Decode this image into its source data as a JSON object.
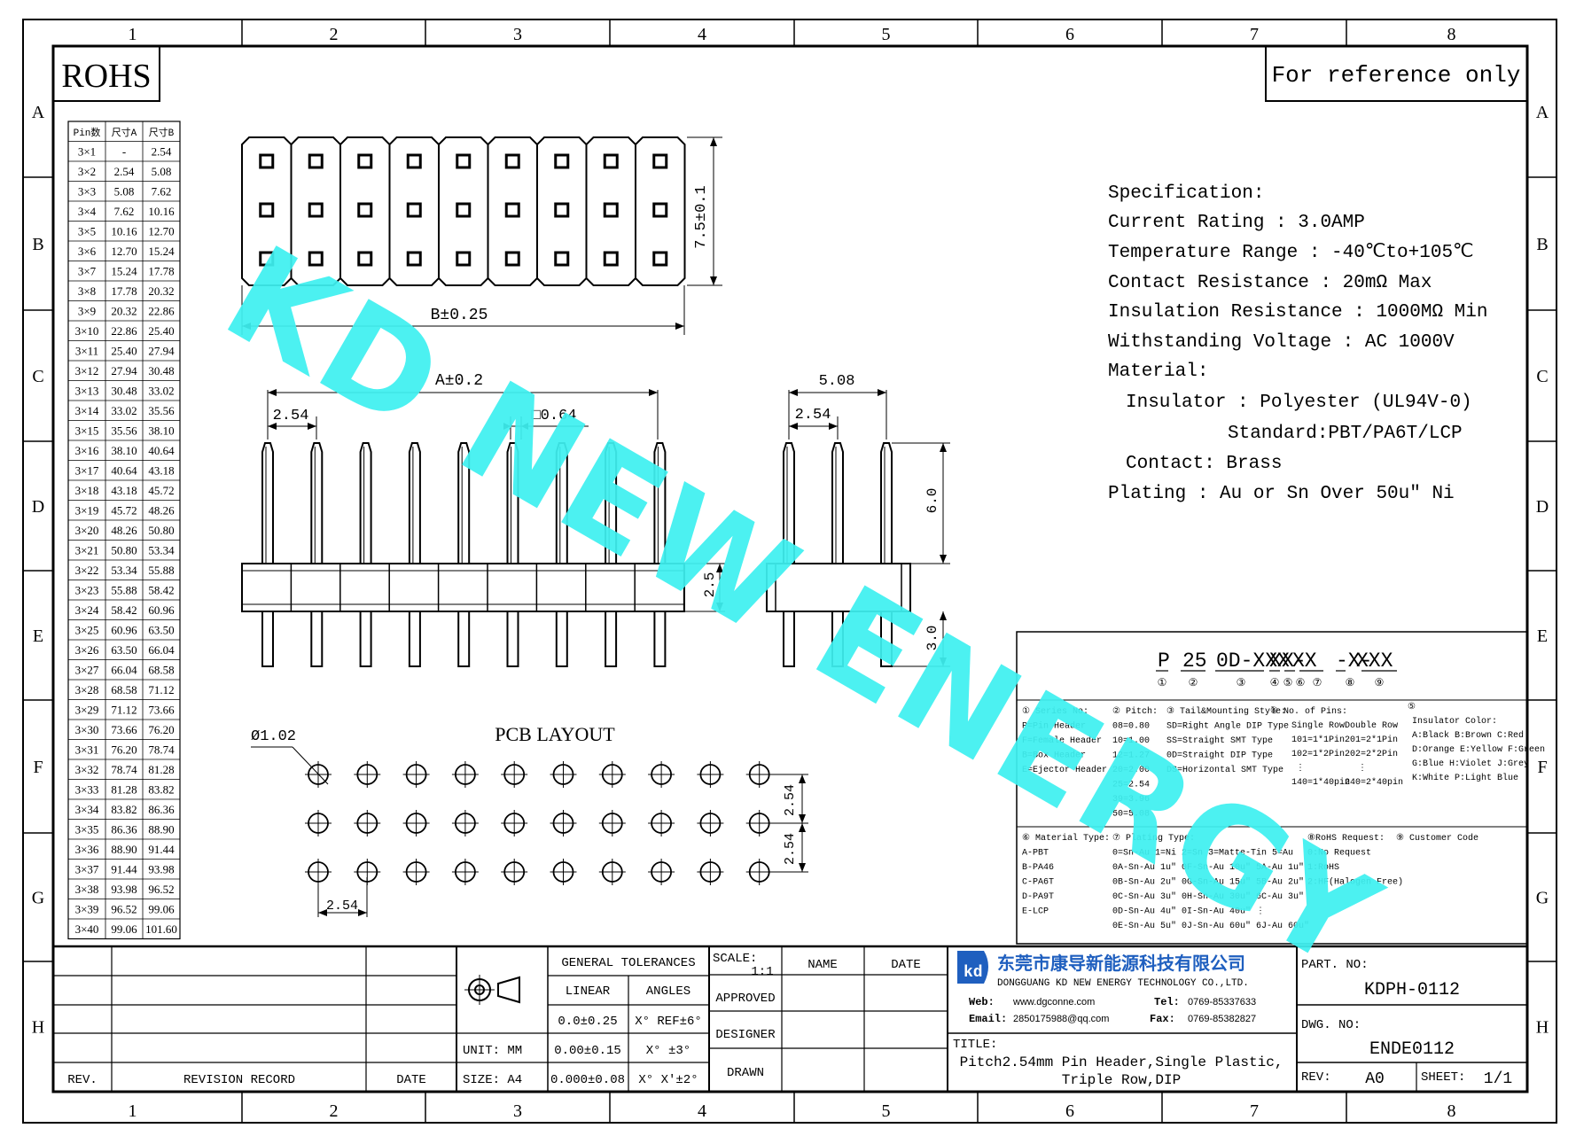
{
  "frame": {
    "columns": [
      "1",
      "2",
      "3",
      "4",
      "5",
      "6",
      "7",
      "8"
    ],
    "rows": [
      "A",
      "B",
      "C",
      "D",
      "E",
      "F",
      "G",
      "H"
    ]
  },
  "rohs": "ROHS",
  "reference_note": "For reference only",
  "watermark": "KD NEW ENERGY",
  "dim_table": {
    "headers": [
      "Pin数",
      "尺寸A",
      "尺寸B"
    ],
    "rows": [
      [
        "3×1",
        "-",
        "2.54"
      ],
      [
        "3×2",
        "2.54",
        "5.08"
      ],
      [
        "3×3",
        "5.08",
        "7.62"
      ],
      [
        "3×4",
        "7.62",
        "10.16"
      ],
      [
        "3×5",
        "10.16",
        "12.70"
      ],
      [
        "3×6",
        "12.70",
        "15.24"
      ],
      [
        "3×7",
        "15.24",
        "17.78"
      ],
      [
        "3×8",
        "17.78",
        "20.32"
      ],
      [
        "3×9",
        "20.32",
        "22.86"
      ],
      [
        "3×10",
        "22.86",
        "25.40"
      ],
      [
        "3×11",
        "25.40",
        "27.94"
      ],
      [
        "3×12",
        "27.94",
        "30.48"
      ],
      [
        "3×13",
        "30.48",
        "33.02"
      ],
      [
        "3×14",
        "33.02",
        "35.56"
      ],
      [
        "3×15",
        "35.56",
        "38.10"
      ],
      [
        "3×16",
        "38.10",
        "40.64"
      ],
      [
        "3×17",
        "40.64",
        "43.18"
      ],
      [
        "3×18",
        "43.18",
        "45.72"
      ],
      [
        "3×19",
        "45.72",
        "48.26"
      ],
      [
        "3×20",
        "48.26",
        "50.80"
      ],
      [
        "3×21",
        "50.80",
        "53.34"
      ],
      [
        "3×22",
        "53.34",
        "55.88"
      ],
      [
        "3×23",
        "55.88",
        "58.42"
      ],
      [
        "3×24",
        "58.42",
        "60.96"
      ],
      [
        "3×25",
        "60.96",
        "63.50"
      ],
      [
        "3×26",
        "63.50",
        "66.04"
      ],
      [
        "3×27",
        "66.04",
        "68.58"
      ],
      [
        "3×28",
        "68.58",
        "71.12"
      ],
      [
        "3×29",
        "71.12",
        "73.66"
      ],
      [
        "3×30",
        "73.66",
        "76.20"
      ],
      [
        "3×31",
        "76.20",
        "78.74"
      ],
      [
        "3×32",
        "78.74",
        "81.28"
      ],
      [
        "3×33",
        "81.28",
        "83.82"
      ],
      [
        "3×34",
        "83.82",
        "86.36"
      ],
      [
        "3×35",
        "86.36",
        "88.90"
      ],
      [
        "3×36",
        "88.90",
        "91.44"
      ],
      [
        "3×37",
        "91.44",
        "93.98"
      ],
      [
        "3×38",
        "93.98",
        "96.52"
      ],
      [
        "3×39",
        "96.52",
        "99.06"
      ],
      [
        "3×40",
        "99.06",
        "101.60"
      ]
    ]
  },
  "dims": {
    "height_top": "7.5±0.1",
    "b_dim": "B±0.25",
    "a_dim": "A±0.2",
    "pitch_front": "2.54",
    "pin_size": "□0.64",
    "side_width": "5.08",
    "pitch_side": "2.54",
    "pin_top": "6.0",
    "body_h": "2.5",
    "pin_bottom": "3.0",
    "pcb_hole": "Ø1.02",
    "pcb_pitch_x": "2.54",
    "pcb_pitch_y1": "2.54",
    "pcb_pitch_y2": "2.54"
  },
  "pcb_title": "PCB LAYOUT",
  "spec": {
    "lines": [
      "Specification:",
      "Current Rating : 3.0AMP",
      "Temperature Range : -40℃to+105℃",
      "Contact Resistance : 20mΩ Max",
      "Insulation Resistance : 1000MΩ Min",
      "Withstanding Voltage : AC 1000V",
      "Material:",
      "Insulator : Polyester (UL94V-0)",
      "Standard:PBT/PA6T/LCP",
      "Contact: Brass",
      "Plating : Au or Sn Over 50u\" Ni"
    ]
  },
  "part_code": {
    "segments": [
      "P",
      "25",
      "0D-XXX",
      "X",
      "X-",
      "XX",
      "-X-",
      "XXX"
    ],
    "numbers": [
      "①",
      "②",
      "③",
      "④",
      "⑤",
      "⑥",
      "⑦",
      "⑧",
      "⑨"
    ]
  },
  "legend": {
    "series": [
      "① Series No:",
      "P=Pin Header",
      "F=Female Header",
      "B=Box Header",
      "E=Ejector Header"
    ],
    "pitch": [
      "② Pitch:",
      "08=0.80",
      "10=1.00",
      "12=1.27",
      "20=2.00",
      "25=2.54",
      "39=3.96",
      "50=5.08"
    ],
    "tail": [
      "③ Tail&Mounting Style:",
      "SD=Right Angle DIP Type",
      "SS=Straight SMT Type",
      "0D=Straight DIP Type",
      "DS=Horizontal SMT Type"
    ],
    "pins": [
      "④ No. of Pins:",
      "Single Row",
      "Double Row",
      "101=1*1Pin",
      "201=2*1Pin",
      "102=1*2Pin",
      "202=2*2Pin",
      "⋮",
      "⋮",
      "140=1*40pin",
      "240=2*40pin"
    ],
    "color": [
      "⑤",
      "Insulator Color:",
      "A:Black  B:Brown  C:Red",
      "D:Orange E:Yellow F:Green",
      "G:Blue   H:Violet J:Grey",
      "K:White  P:Light Blue"
    ],
    "material": [
      "⑥ Material Type:",
      "A-PBT",
      "B-PA46",
      "C-PA6T",
      "D-PA9T",
      "E-LCP"
    ],
    "plating": [
      "⑦ Plating Type:",
      "0=Sn-Au 1=Ni 2=Sn 3=Matte-Tin 5=Au",
      "0A-Sn-Au 1u\" 0F-Sn-Au 10u\"  5A-Au 1u\"",
      "0B-Sn-Au 2u\" 0G-Sn-Au 15u\"  5B-Au 2u\"",
      "0C-Sn-Au 3u\" 0H-Sn-Au 30u\"  6C-Au 3u\"",
      "0D-Sn-Au 4u\" 0I-Sn-Au 40u\"     ⋮",
      "0E-Sn-Au 5u\" 0J-Sn-Au 60u\"  6J-Au 60u\""
    ],
    "rohs": [
      "⑧RoHS Request:",
      "0:No Request",
      "1:RoHS",
      "2:HF(Halogen Free)"
    ],
    "customer": [
      "⑨ Customer Code"
    ]
  },
  "title_block": {
    "rev": "REV.",
    "revision_record": "REVISION RECORD",
    "date": "DATE",
    "general_tolerances": "GENERAL TOLERANCES",
    "linear": "LINEAR",
    "angles": "ANGLES",
    "tol1": "0.0±0.25",
    "tol2": "0.00±0.15",
    "tol3": "0.000±0.08",
    "ang1": "X° REF±6°",
    "ang2": "X° ±3°",
    "ang3": "X° X'±2°",
    "unit": "UNIT: MM",
    "size": "SIZE: A4",
    "scale": "SCALE:",
    "scale_val": "1:1",
    "name": "NAME",
    "date2": "DATE",
    "approved": "APPROVED",
    "designer": "DESIGNER",
    "drawn": "DRAWN",
    "company_cn": "东莞市康导新能源科技有限公司",
    "company_en": "DONGGUANG KD NEW ENERGY TECHNOLOGY CO.,LTD.",
    "web_label": "Web:",
    "web": "www.dgconne.com",
    "tel_label": "Tel:",
    "tel": "0769-85337633",
    "email_label": "Email:",
    "email": "2850175988@qq.com",
    "fax_label": "Fax:",
    "fax": "0769-85382827",
    "title_label": "TITLE:",
    "title_line1": "Pitch2.54mm Pin Header,Single Plastic,",
    "title_line2": "Triple Row,DIP",
    "part_no_label": "PART. NO:",
    "part_no": "KDPH-0112",
    "dwg_no_label": "DWG. NO:",
    "dwg_no": "ENDE0112",
    "rev_label": "REV:",
    "rev_val": "A0",
    "sheet_label": "SHEET:",
    "sheet_val": "1/1"
  },
  "colors": {
    "watermark": "#3ff0f0",
    "logo": "#1f5fbf"
  }
}
